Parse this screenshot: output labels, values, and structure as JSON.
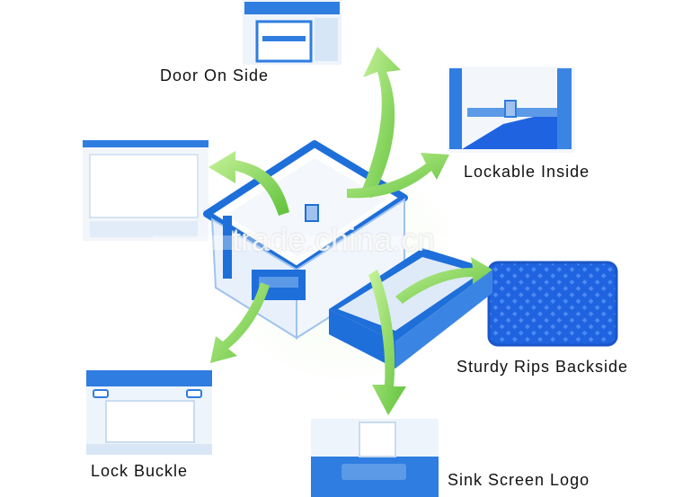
{
  "labels": {
    "door_on_side": "Door On Side",
    "lockable_inside": "Lockable Inside",
    "sturdy_rips_backside": "Sturdy Rips Backside",
    "lock_buckle": "Lock Buckle",
    "sink_screen_logo": "Sink Screen Logo"
  },
  "watermark": "trade.china.cn",
  "colors": {
    "crate_blue": "#1e6fd9",
    "crate_light": "#e8f1fb",
    "arrow_green": "#7ed957",
    "label_text": "#111111"
  }
}
